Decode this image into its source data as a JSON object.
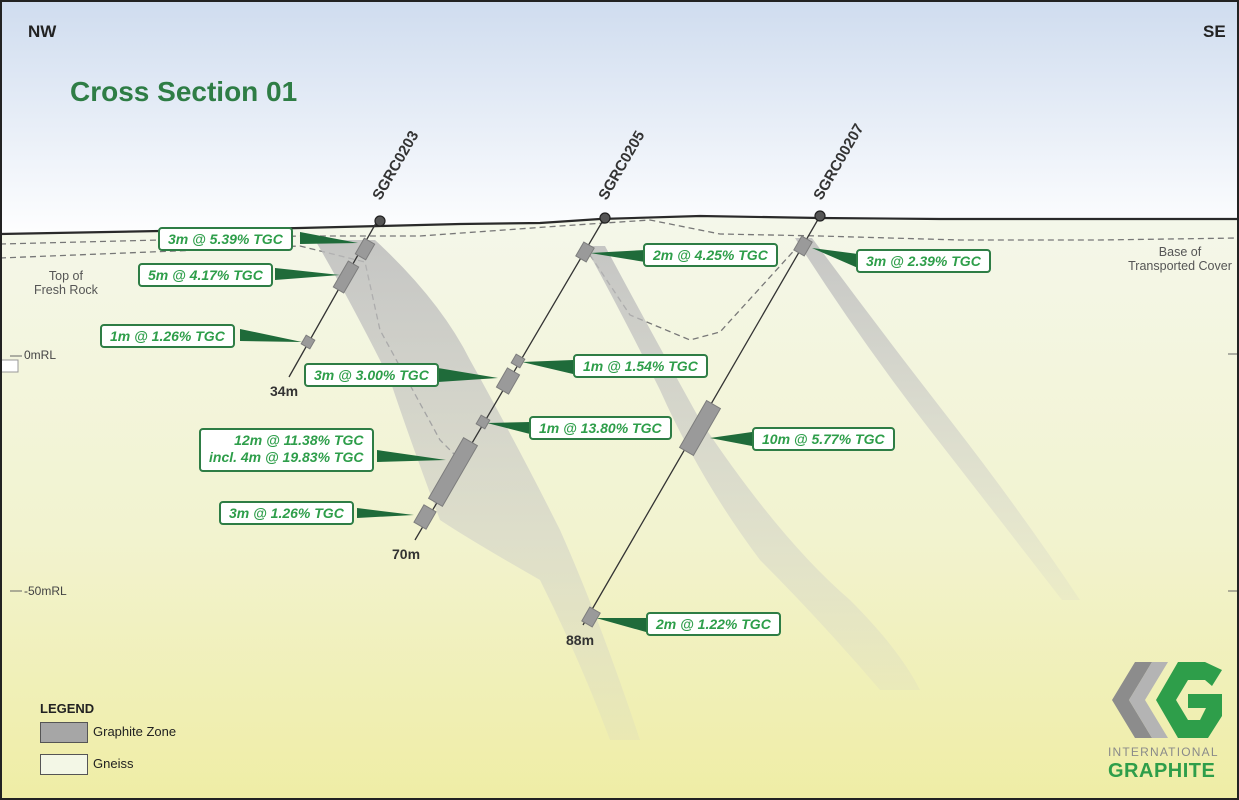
{
  "title": "Cross Section 01",
  "direction": {
    "left": "NW",
    "right": "SE"
  },
  "reference_levels": [
    "0mRL",
    "-50mRL"
  ],
  "geology_labels": {
    "top_of_fresh_rock": [
      "Top of",
      "Fresh Rock"
    ],
    "base_of_transported_cover": [
      "Base of",
      "Transported Cover"
    ]
  },
  "drillholes": [
    {
      "id": "SGRC0203",
      "end_depth": "34m"
    },
    {
      "id": "SGRC0205",
      "end_depth": "70m"
    },
    {
      "id": "SGRC00207",
      "end_depth": "88m"
    }
  ],
  "intercepts": [
    {
      "text": "3m @ 5.39% TGC"
    },
    {
      "text": "5m @ 4.17% TGC"
    },
    {
      "text": "1m @ 1.26% TGC"
    },
    {
      "text": "3m @ 3.00% TGC"
    },
    {
      "lines": [
        "12m @ 11.38% TGC",
        "incl. 4m @ 19.83% TGC"
      ]
    },
    {
      "text": "3m @ 1.26% TGC"
    },
    {
      "text": "2m @ 4.25% TGC"
    },
    {
      "text": "1m @ 1.54% TGC"
    },
    {
      "text": "1m @ 13.80% TGC"
    },
    {
      "text": "2m @ 1.22% TGC"
    },
    {
      "text": "3m @ 2.39% TGC"
    },
    {
      "text": "10m @ 5.77% TGC"
    }
  ],
  "legend": {
    "title": "LEGEND",
    "items": [
      {
        "label": "Graphite Zone",
        "color": "#a6a6a6"
      },
      {
        "label": "Gneiss",
        "color": "#f3f7e6"
      }
    ]
  },
  "logo": {
    "line1": "INTERNATIONAL",
    "line2": "GRAPHITE"
  },
  "colors": {
    "accent_green": "#2e9e4a",
    "dark_green": "#2e7d45",
    "sky_top": "#cfdcef",
    "ground_top": "#f2f5e6",
    "ground_bottom": "#f0efa6"
  }
}
